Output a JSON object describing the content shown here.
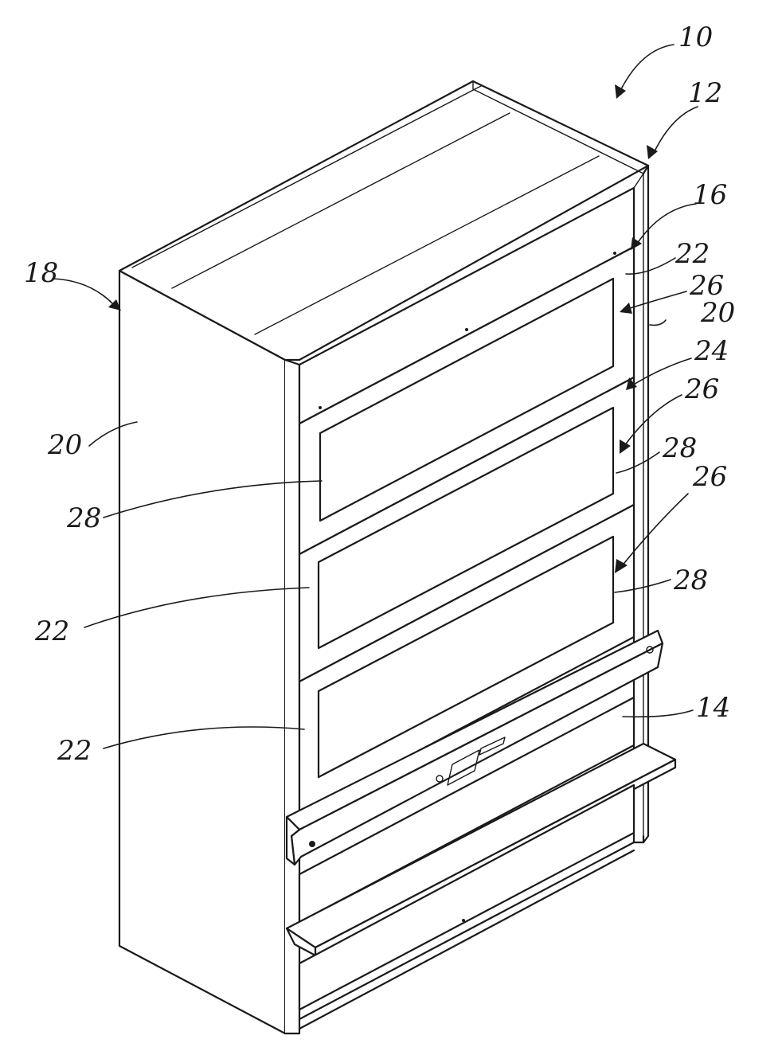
{
  "figure": {
    "reference_numerals": {
      "assembly": "10",
      "housing": "12",
      "lower_section": "14",
      "upper_edge": "16",
      "left_side": "18",
      "side_wall_left": "20",
      "side_wall_right": "20",
      "front_panel_top": "22",
      "front_panel_mid": "22",
      "front_panel_low": "22",
      "divider": "24",
      "window_frame_1": "26",
      "window_frame_2": "26",
      "window_frame_3": "26",
      "glazing_left": "28",
      "glazing_right_1": "28",
      "glazing_right_2": "28"
    }
  }
}
